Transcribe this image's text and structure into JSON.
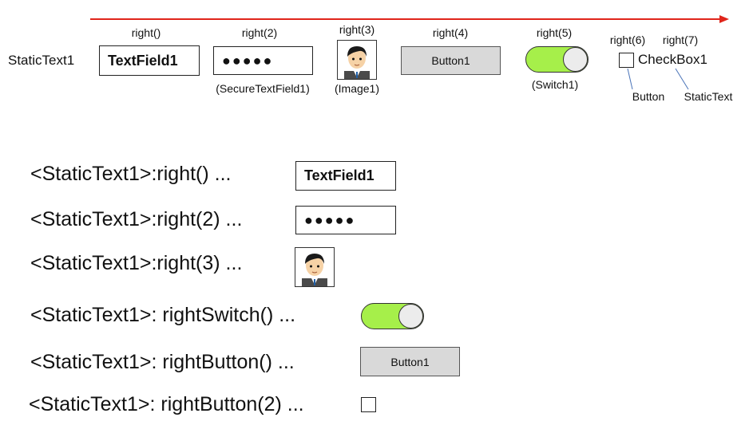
{
  "top_row": {
    "static_text": "StaticText1",
    "labels": {
      "r1": "right()",
      "r2": "right(2)",
      "r3": "right(3)",
      "r4": "right(4)",
      "r5": "right(5)",
      "r6": "right(6)",
      "r7": "right(7)"
    },
    "textfield": "TextField1",
    "secure_dots": "●●●●●",
    "secure_caption": "(SecureTextField1)",
    "image_caption": "(Image1)",
    "button": "Button1",
    "switch_caption": "(Switch1)",
    "checkbox_label": "CheckBox1",
    "callout_button": "Button",
    "callout_statictext": "StaticText"
  },
  "examples": [
    {
      "expr": "<StaticText1>:right() ...",
      "widget": "TextField1"
    },
    {
      "expr": "<StaticText1>:right(2) ...",
      "widget": "●●●●●"
    },
    {
      "expr": "<StaticText1>:right(3) ..."
    },
    {
      "expr": "<StaticText1>: rightSwitch() ..."
    },
    {
      "expr": "<StaticText1>: rightButton() ...",
      "widget": "Button1"
    },
    {
      "expr": "<StaticText1>: rightButton(2) ..."
    }
  ],
  "colors": {
    "arrow": "#e0251b",
    "switch_on": "#a6ef4a",
    "button_fill": "#d9d9d9",
    "callout_line": "#4a73b8"
  },
  "icons": {
    "avatar": "person-avatar-icon"
  }
}
